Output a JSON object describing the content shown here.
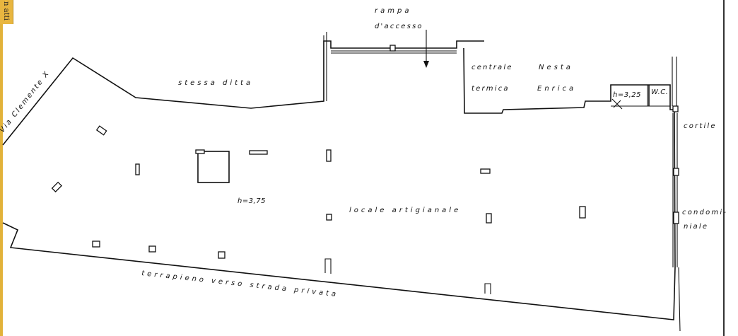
{
  "tab": {
    "text": "n atti"
  },
  "labels": {
    "rampa": "rampa",
    "accesso": "d'accesso",
    "stessa_ditta": "stessa ditta",
    "centrale": "centrale",
    "termica": "termica",
    "nesta": "Nesta",
    "enrica": "Enrica",
    "via_clemente": "Via Clemente X",
    "h_wc": "h=3,25",
    "wc": "W.C.",
    "cortile": "cortile",
    "h_main": "h=3,75",
    "locale_artigianale": "locale artigianale",
    "condominiale_1": "condomi-",
    "condominiale_2": "niale",
    "terrapieno": "terrapieno verso strada privata"
  }
}
